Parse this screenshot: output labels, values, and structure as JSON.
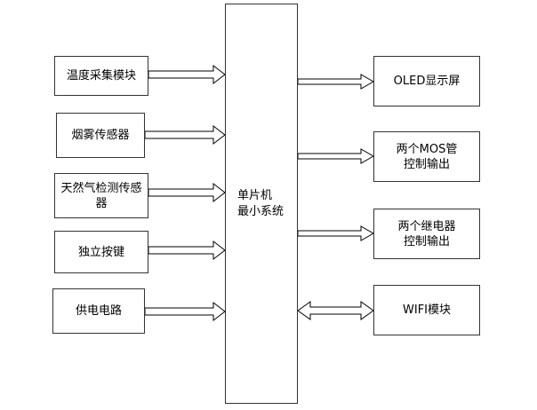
{
  "inputs": [
    {
      "label": "温度采集模块"
    },
    {
      "label": "烟雾传感器"
    },
    {
      "label": "天然气检测传感\n器"
    },
    {
      "label": "独立按键"
    },
    {
      "label": "供电电路"
    }
  ],
  "mcu": {
    "label": "单片机\n最小系统"
  },
  "outputs": [
    {
      "label": "OLED显示屏"
    },
    {
      "label": "两个MOS管\n控制输出"
    },
    {
      "label": "两个继电器\n控制输出"
    },
    {
      "label": "WIFI模块"
    }
  ]
}
